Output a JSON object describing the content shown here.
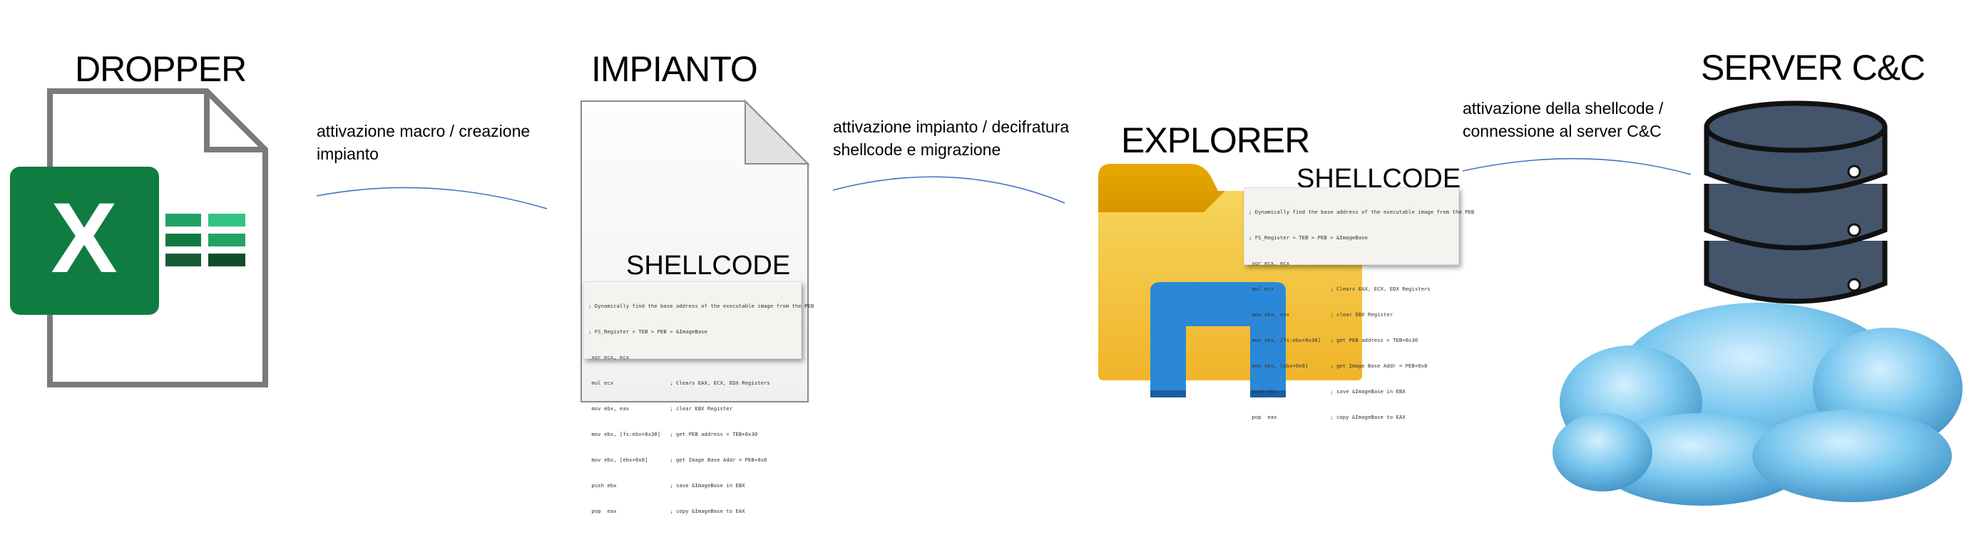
{
  "stages": [
    {
      "title": "DROPPER"
    },
    {
      "title": "IMPIANTO",
      "shellcode_label": "SHELLCODE"
    },
    {
      "title": "EXPLORER",
      "shellcode_label": "SHELLCODE"
    },
    {
      "title": "SERVER C&C"
    }
  ],
  "transitions": [
    {
      "line1": "attivazione macro / creazione",
      "line2": "impianto"
    },
    {
      "line1": "attivazione impianto / decifratura",
      "line2": "shellcode e migrazione"
    },
    {
      "line1": "attivazione della shellcode /",
      "line2": "connessione al server C&C"
    }
  ],
  "icons": {
    "excel_letter": "X"
  },
  "shellcode": [
    "; Dynamically find the base address of the executable image from the PEB",
    "; FS_Register > TEB > PEB > &ImageBase",
    " xor ecx, ecx",
    " mul ecx                  ; Clears EAX, ECX, EDX Registers",
    " mov ebx, eax             ; clear EBX Register",
    " mov ebx, [fs:ebx+0x30]   ; get PEB address = TEB+0x30",
    " mov ebx, [ebx+0x8]       ; get Image Base Addr = PEB+0x8",
    " push ebx                 ; save &ImageBase in EBX",
    " pop  eax                 ; copy &ImageBase to EAX"
  ],
  "colors": {
    "excel_green": "#107c41",
    "arrow": "#4472c4",
    "server": "#44546a",
    "cloud": "#7cc8ee"
  }
}
